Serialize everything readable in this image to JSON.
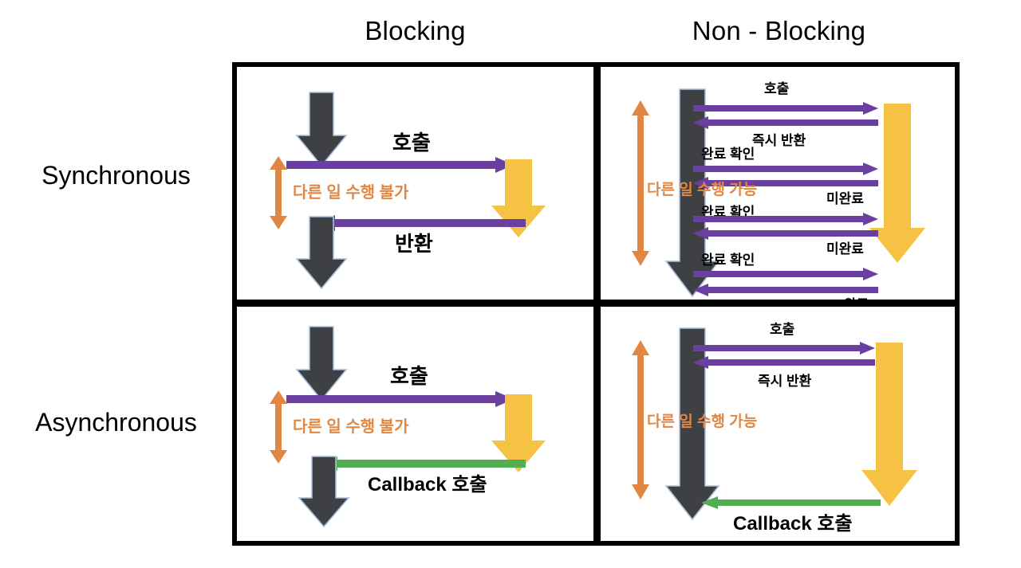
{
  "diagram": {
    "title_present": false,
    "column_headers": [
      {
        "id": "blocking",
        "label": "Blocking"
      },
      {
        "id": "non-blocking",
        "label": "Non - Blocking"
      }
    ],
    "row_headers": [
      {
        "id": "synchronous",
        "label": "Synchronous"
      },
      {
        "id": "asynchronous",
        "label": "Asynchronous"
      }
    ],
    "colors": {
      "caller_arrow": "#3F4044",
      "callee_arrow": "#F5C244",
      "call_arrow": "#6B3FA0",
      "callback_arrow": "#52AE50",
      "annotation": "#E28743",
      "border": "#000000",
      "background": "#FFFFFF",
      "text": "#000000"
    },
    "quadrants": [
      {
        "id": "sync-blocking",
        "row": "Synchronous",
        "column": "Blocking",
        "annotation": "다른 일 수행 불가",
        "messages": [
          {
            "label": "호출",
            "direction": "right",
            "color": "#6B3FA0"
          },
          {
            "label": "반환",
            "direction": "left",
            "color": "#6B3FA0"
          }
        ]
      },
      {
        "id": "sync-nonblocking",
        "row": "Synchronous",
        "column": "Non - Blocking",
        "annotation": "다른 일 수행 가능",
        "messages": [
          {
            "label": "호출",
            "direction": "right",
            "color": "#6B3FA0"
          },
          {
            "label": "즉시 반환",
            "direction": "left",
            "color": "#6B3FA0"
          },
          {
            "label": "완료 확인",
            "direction": "right",
            "color": "#6B3FA0"
          },
          {
            "label": "미완료",
            "direction": "left",
            "color": "#6B3FA0"
          },
          {
            "label": "완료 확인",
            "direction": "right",
            "color": "#6B3FA0"
          },
          {
            "label": "미완료",
            "direction": "left",
            "color": "#6B3FA0"
          },
          {
            "label": "완료 확인",
            "direction": "right",
            "color": "#6B3FA0"
          },
          {
            "label": "완료",
            "direction": "left",
            "color": "#6B3FA0"
          }
        ]
      },
      {
        "id": "async-blocking",
        "row": "Asynchronous",
        "column": "Blocking",
        "annotation": "다른 일 수행 불가",
        "messages": [
          {
            "label": "호출",
            "direction": "right",
            "color": "#6B3FA0"
          },
          {
            "label": "Callback 호출",
            "direction": "left",
            "color": "#52AE50"
          }
        ]
      },
      {
        "id": "async-nonblocking",
        "row": "Asynchronous",
        "column": "Non - Blocking",
        "annotation": "다른 일 수행 가능",
        "messages": [
          {
            "label": "호출",
            "direction": "right",
            "color": "#6B3FA0"
          },
          {
            "label": "즉시 반환",
            "direction": "left",
            "color": "#6B3FA0"
          },
          {
            "label": "Callback 호출",
            "direction": "left",
            "color": "#52AE50"
          }
        ]
      }
    ]
  },
  "labels": {
    "call": "호출",
    "return": "반환",
    "immediate_return": "즉시 반환",
    "check_complete": "완료 확인",
    "incomplete": "미완료",
    "complete": "완료",
    "callback_call": "Callback 호출",
    "cannot_do_other_work": "다른 일 수행 불가",
    "can_do_other_work": "다른 일 수행 가능"
  }
}
